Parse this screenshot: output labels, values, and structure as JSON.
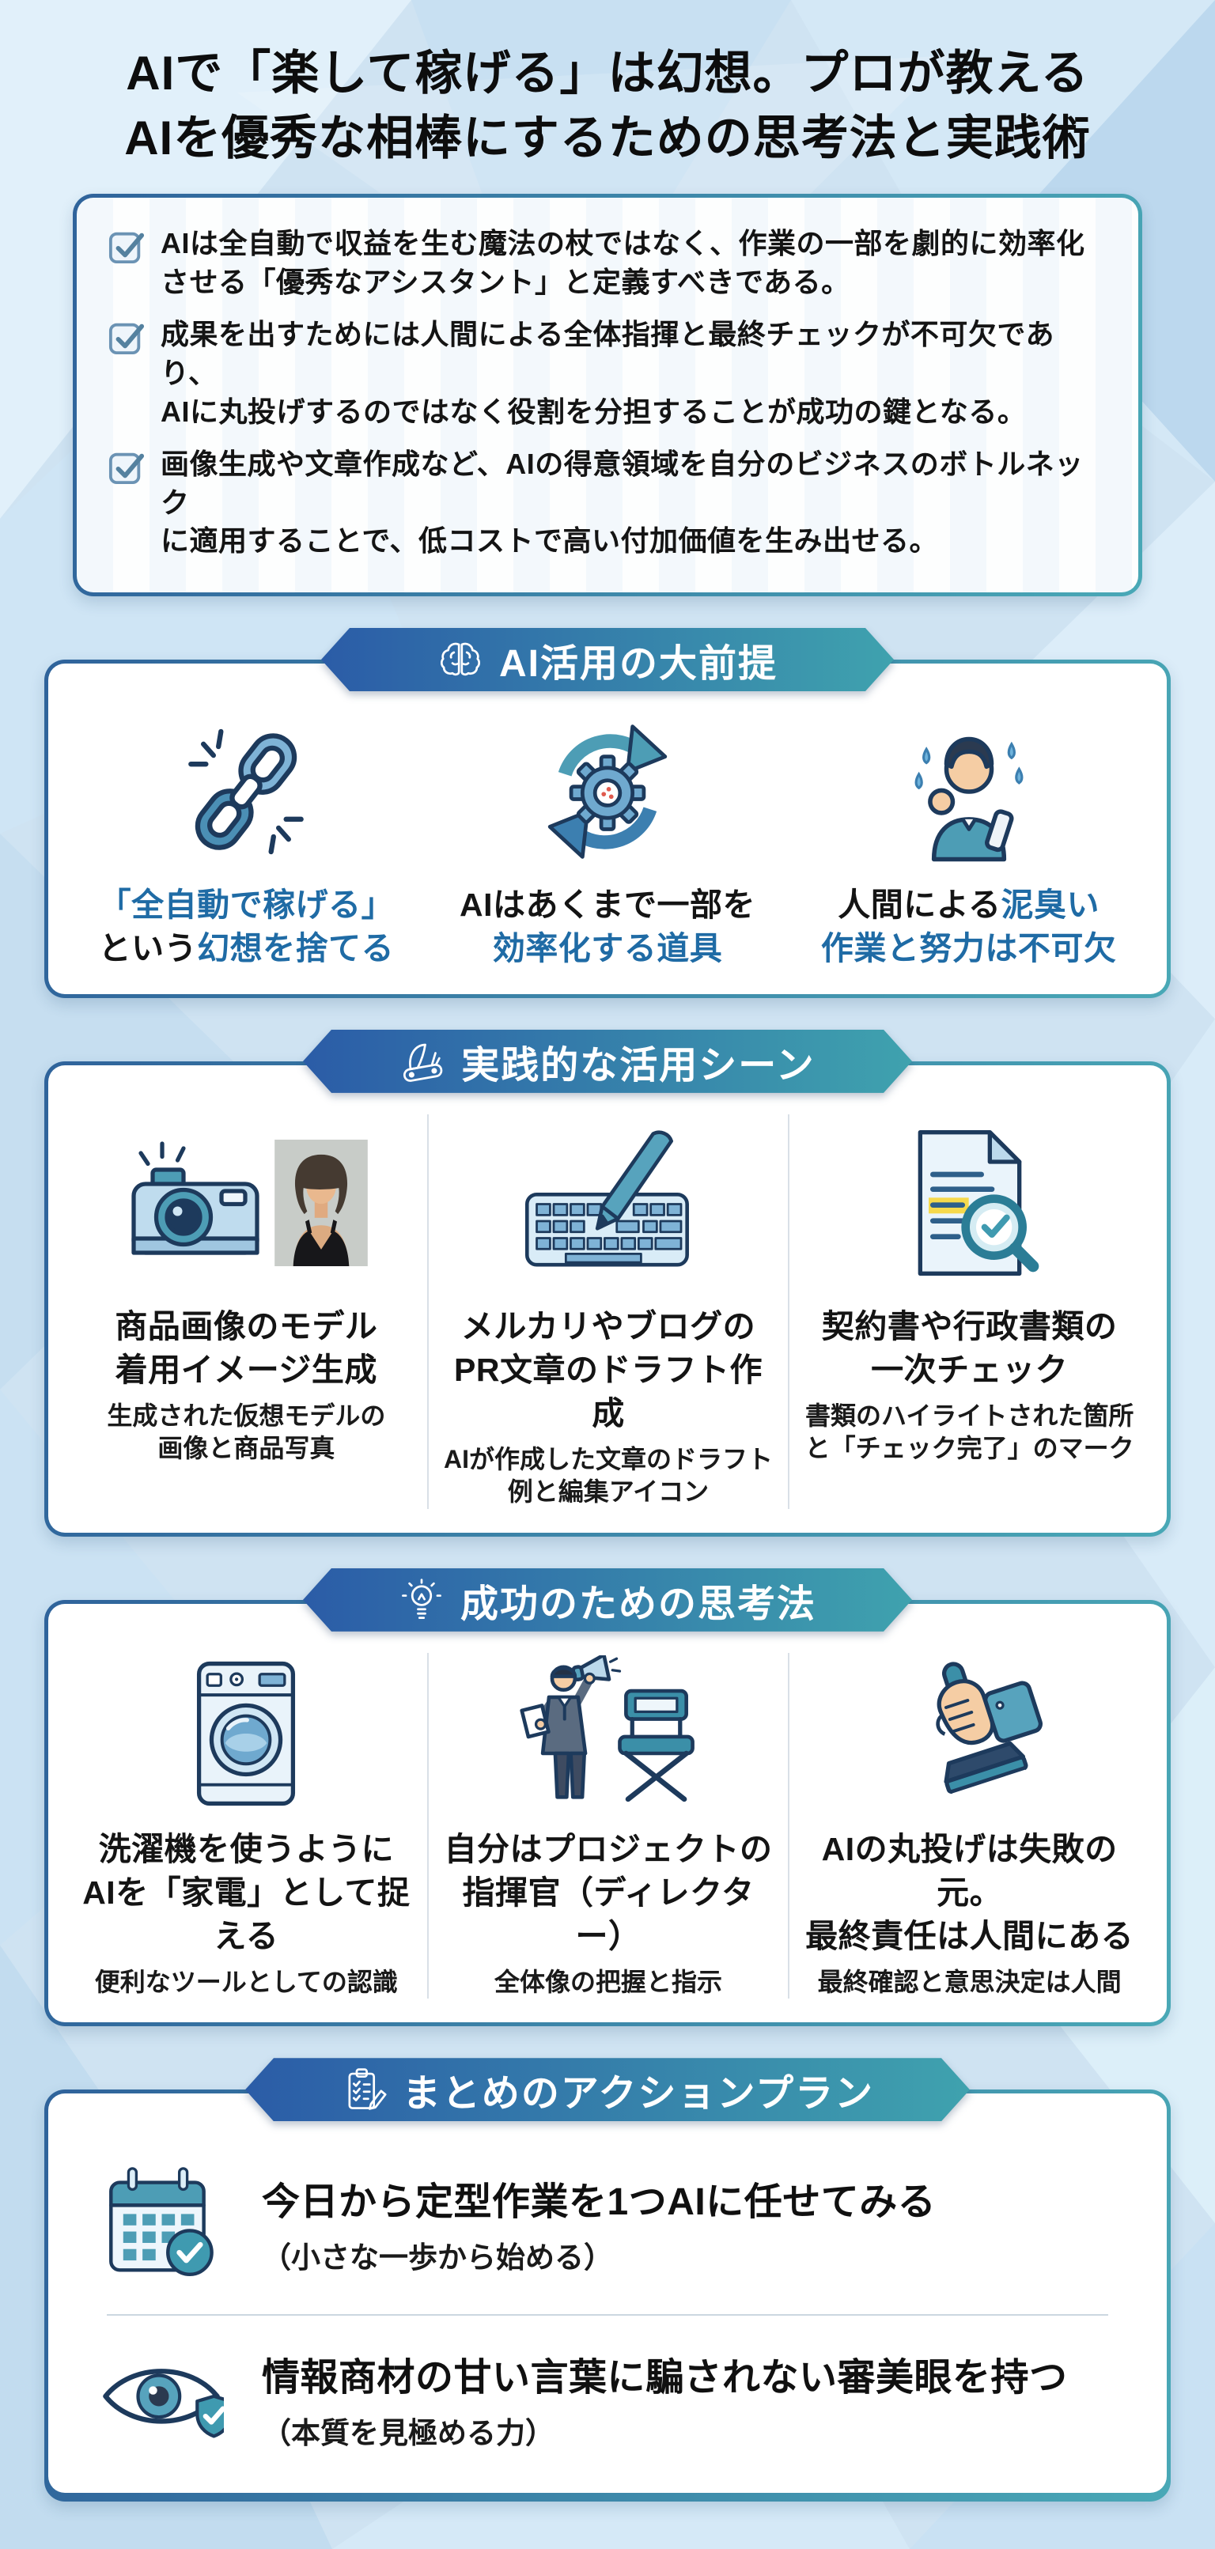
{
  "page_title": {
    "line1": "AIで「楽して稼げる」は幻想。プロが教える",
    "line2": "AIを優秀な相棒にするための思考法と実践術"
  },
  "summary": {
    "bullets": [
      "AIは全自動で収益を生む魔法の杖ではなく、作業の一部を劇的に効率化\nさせる「優秀なアシスタント」と定義すべきである。",
      "成果を出すためには人間による全体指揮と最終チェックが不可欠であり、\nAIに丸投げするのではなく役割を分担することが成功の鍵となる。",
      "画像生成や文章作成など、AIの得意領域を自分のビジネスのボトルネック\nに適用することで、低コストで高い付加価値を生み出せる。"
    ]
  },
  "sections": [
    {
      "title": "AI活用の大前提",
      "icon": "brain-icon",
      "items": [
        {
          "icon": "broken-chain-icon",
          "title_segments": [
            {
              "t": "「全自動で稼げる」\n",
              "c": "blue"
            },
            {
              "t": "という",
              "c": "black"
            },
            {
              "t": "幻想を捨てる",
              "c": "blue"
            }
          ]
        },
        {
          "icon": "cycle-gear-icon",
          "title_segments": [
            {
              "t": "AIはあくまで一部を\n",
              "c": "black"
            },
            {
              "t": "効率化する道具",
              "c": "blue"
            }
          ]
        },
        {
          "icon": "sweating-worker-icon",
          "title_segments": [
            {
              "t": "人間による",
              "c": "black"
            },
            {
              "t": "泥臭い\n作業と努力は不可欠",
              "c": "blue"
            }
          ]
        }
      ]
    },
    {
      "title": "実践的な活用シーン",
      "icon": "swiss-knife-icon",
      "items": [
        {
          "icon": "camera-model-icon",
          "title": "商品画像のモデル\n着用イメージ生成",
          "subtitle": "生成された仮想モデルの\n画像と商品写真"
        },
        {
          "icon": "keyboard-pen-icon",
          "title": "メルカリやブログの\nPR文章のドラフト作成",
          "subtitle": "AIが作成した文章のドラフト\n例と編集アイコン"
        },
        {
          "icon": "document-check-icon",
          "title": "契約書や行政書類の\n一次チェック",
          "subtitle": "書類のハイライトされた箇所\nと「チェック完了」のマーク"
        }
      ]
    },
    {
      "title": "成功のための思考法",
      "icon": "lightbulb-icon",
      "items": [
        {
          "icon": "washing-machine-icon",
          "title": "洗濯機を使うように\nAIを「家電」として捉える",
          "subtitle": "便利なツールとしての認識"
        },
        {
          "icon": "director-icon",
          "title": "自分はプロジェクトの\n指揮官（ディレクター）",
          "subtitle": "全体像の把握と指示"
        },
        {
          "icon": "stamp-icon",
          "title": "AIの丸投げは失敗の元。\n最終責任は人間にある",
          "subtitle": "最終確認と意思決定は人間"
        }
      ]
    },
    {
      "title": "まとめのアクションプラン",
      "icon": "clipboard-icon",
      "actions": [
        {
          "icon": "calendar-check-icon",
          "title": "今日から定型作業を1つAIに任せてみる",
          "note": "（小さな一歩から始める）"
        },
        {
          "icon": "eye-shield-icon",
          "title": "情報商材の甘い言葉に騙されない審美眼を持つ",
          "note": "（本質を見極める力）"
        }
      ]
    }
  ],
  "colors": {
    "accent_blue": "#1f6ba5",
    "banner_gradient_left": "#2b5ca7",
    "banner_gradient_right": "#3fa2ae",
    "background": "#cfe3f2"
  }
}
